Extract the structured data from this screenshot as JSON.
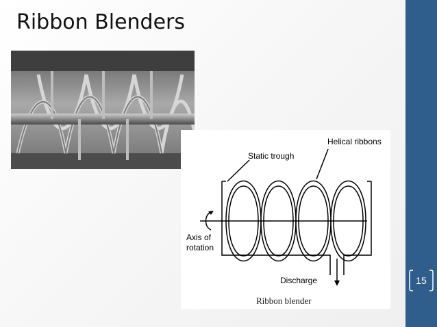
{
  "slide": {
    "title": "Ribbon Blenders",
    "page_number": "15"
  },
  "diagram": {
    "labels": {
      "helical_ribbons": "Helical ribbons",
      "static_trough": "Static trough",
      "axis_line1": "Axis of",
      "axis_line2": "rotation",
      "discharge": "Discharge",
      "caption": "Ribbon blender"
    }
  },
  "colors": {
    "sidebar": "#2f5d8c",
    "text": "#111111"
  }
}
